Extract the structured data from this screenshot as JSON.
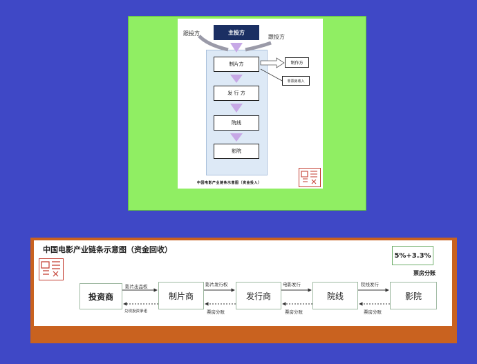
{
  "top_diagram": {
    "investor_main": "主投方",
    "follow_investor_left": "跟投方",
    "follow_investor_right": "跟投方",
    "producer": "制片方",
    "production_fee": "制作方",
    "distributor": "发 行 方",
    "theater_chain": "院线",
    "cinema": "影院",
    "side_note": "非票房收入",
    "caption": "中国电影产业链条示意图（资金投入）"
  },
  "bottom_diagram": {
    "title": "中国电影产业链条示意图（资金回收）",
    "ratio": "5%+3.3%",
    "box_office_share_top": "票房分账",
    "nodes": [
      "投资商",
      "制片商",
      "发行商",
      "院线",
      "影院"
    ],
    "forward_labels": [
      "影片出品权",
      "影片发行权",
      "电影发行",
      "院线发行"
    ],
    "back_labels": [
      "兑现投资承诺",
      "票房分账",
      "票房分账",
      "票房分账"
    ]
  }
}
